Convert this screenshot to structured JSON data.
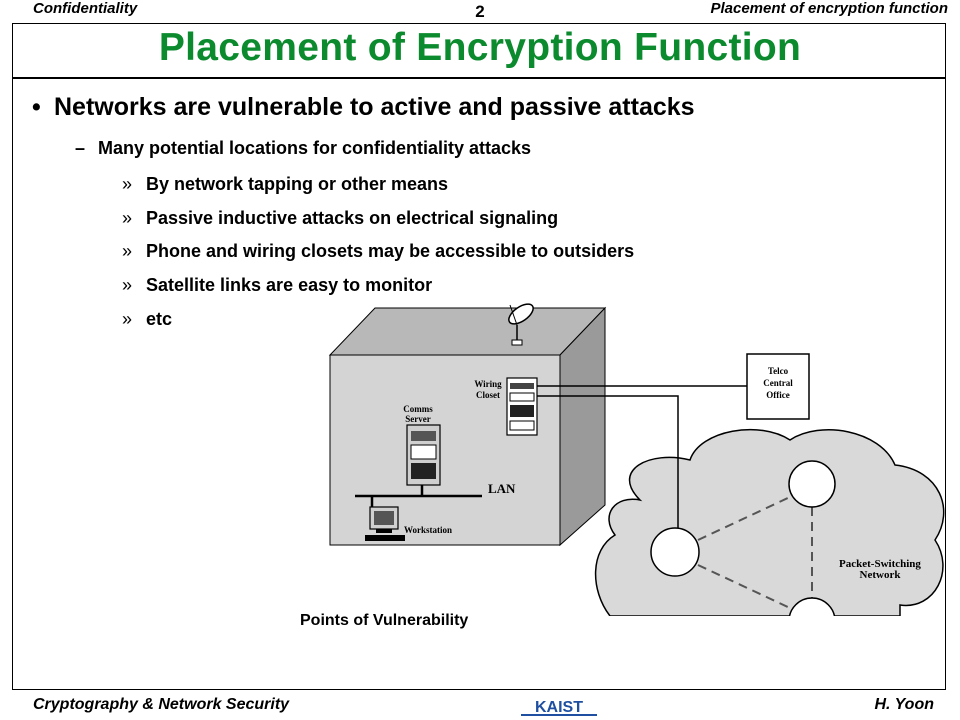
{
  "header": {
    "left": "Confidentiality",
    "page_number": "2",
    "right": "Placement of encryption function"
  },
  "title": "Placement of Encryption Function",
  "bullets": {
    "main": "Networks are vulnerable to active and passive attacks",
    "sub": "Many potential locations for confidentiality attacks",
    "items": [
      "By network tapping or other means",
      "Passive inductive attacks on electrical signaling",
      "Phone and wiring closets may be accessible to outsiders",
      "Satellite links are easy to monitor",
      "etc"
    ]
  },
  "diagram": {
    "labels": {
      "wiring_closet_1": "Wiring",
      "wiring_closet_2": "Closet",
      "comms_server_1": "Comms",
      "comms_server_2": "Server",
      "lan": "LAN",
      "workstation": "Workstation",
      "telco_1": "Telco",
      "telco_2": "Central",
      "telco_3": "Office",
      "psn_1": "Packet-Switching",
      "psn_2": "Network"
    },
    "caption": "Points of Vulnerability"
  },
  "footer": {
    "left": "Cryptography & Network Security",
    "logo_text": "KAIST",
    "right": "H. Yoon"
  },
  "colors": {
    "title": "#0b8a2e",
    "logo": "#1f4fa0",
    "building_front": "#d4d4d4",
    "building_side": "#9a9a9a",
    "cloud": "#d9d9d9"
  }
}
